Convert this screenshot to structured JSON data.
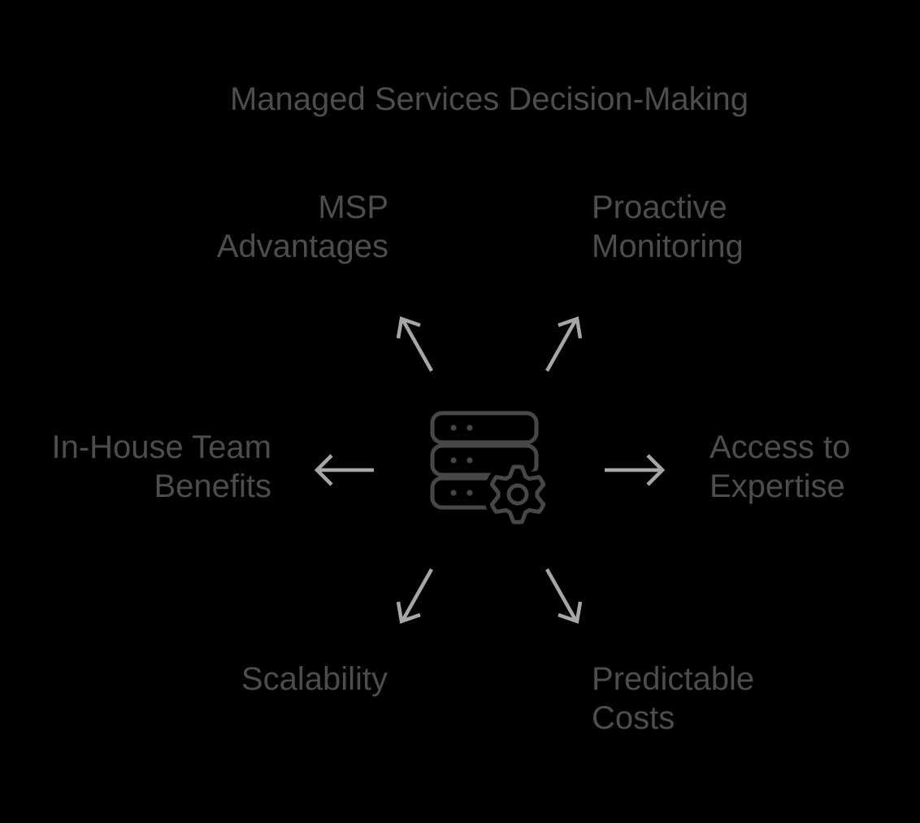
{
  "title": "Managed Services Decision-Making",
  "center": {
    "icon": "server-cog-icon"
  },
  "colors": {
    "background": "#000000",
    "text": "#4d4d4d",
    "arrow": "#a6a6a6",
    "icon_stroke": "#474747"
  },
  "nodes": [
    {
      "id": "msp-advantages",
      "label": "MSP\nAdvantages",
      "direction": "top-left"
    },
    {
      "id": "proactive-monitoring",
      "label": "Proactive\nMonitoring",
      "direction": "top-right"
    },
    {
      "id": "in-house-team-benefits",
      "label": "In-House Team\nBenefits",
      "direction": "left"
    },
    {
      "id": "access-to-expertise",
      "label": "Access to\nExpertise",
      "direction": "right"
    },
    {
      "id": "scalability",
      "label": "Scalability",
      "direction": "bottom-left"
    },
    {
      "id": "predictable-costs",
      "label": "Predictable\nCosts",
      "direction": "bottom-right"
    }
  ]
}
